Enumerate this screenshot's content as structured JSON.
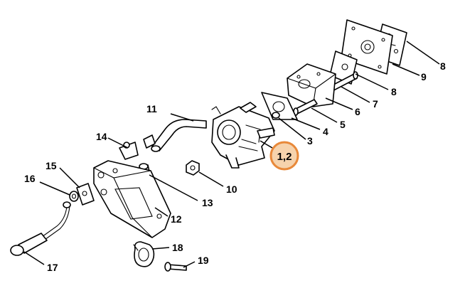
{
  "callouts": {
    "c1": "1,2",
    "c3": "3",
    "c4": "4",
    "c5": "5",
    "c6": "6",
    "c7": "7",
    "c8a": "8",
    "c8b": "8",
    "c9": "9",
    "c10": "10",
    "c11": "11",
    "c12": "12",
    "c13": "13",
    "c14": "14",
    "c15": "15",
    "c16": "16",
    "c17": "17",
    "c18": "18",
    "c19": "19"
  },
  "colors": {
    "highlight_fill": "#f6d3ad",
    "highlight_stroke": "#e8893a",
    "line": "#000000"
  }
}
